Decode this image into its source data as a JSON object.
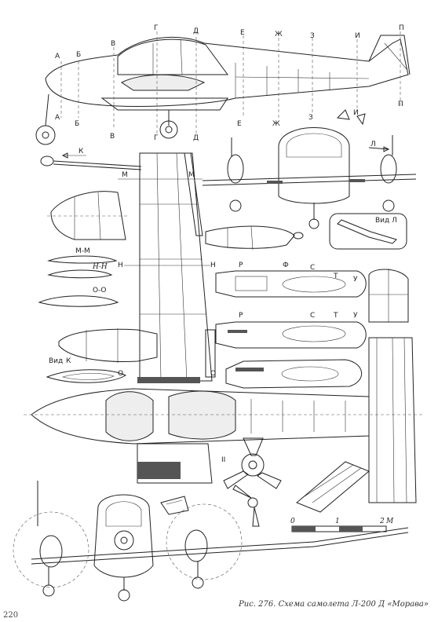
{
  "caption": {
    "prefix": "Рис. 276.",
    "text": "Схема самолета Л-200 Д «Морава»"
  },
  "page_number": "220",
  "section_letters_top": [
    "А",
    "Б",
    "В",
    "Г",
    "Д",
    "Е",
    "Ж",
    "З",
    "И",
    "П"
  ],
  "section_letters_bottom": [
    "А",
    "Б",
    "В",
    "Г",
    "Д",
    "Е",
    "Ж",
    "З",
    "И",
    "П"
  ],
  "labels": {
    "k": "К",
    "m": "М",
    "mm": "М-М",
    "n": "Н",
    "nn": "Н-Н",
    "oo": "О-О",
    "o": "О",
    "l": "Л",
    "vid_l": "Вид Л",
    "vid_k": "Вид",
    "r": "Р",
    "f": "Ф",
    "s": "С",
    "t": "Т",
    "u": "У",
    "ii": "II"
  },
  "scale": {
    "ticks": [
      "0",
      "1",
      "2"
    ],
    "unit": "М"
  }
}
